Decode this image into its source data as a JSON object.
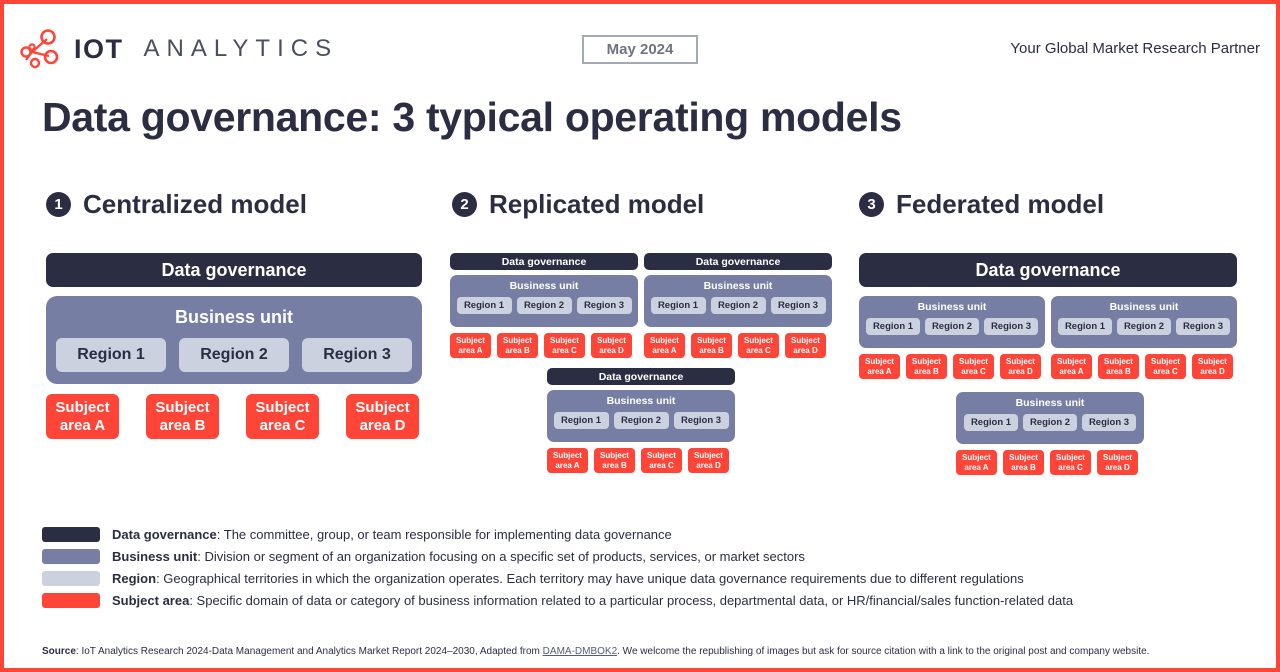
{
  "header": {
    "logo_text_primary": "IOT",
    "logo_text_secondary": "ANALYTICS",
    "logo_icon": "network-nodes-icon",
    "date_badge": "May 2024",
    "tagline": "Your Global Market Research Partner"
  },
  "title": "Data governance: 3 typical operating models",
  "labels": {
    "governance": "Data governance",
    "business_unit": "Business unit",
    "regions": [
      "Region 1",
      "Region 2",
      "Region 3"
    ],
    "subjects": [
      {
        "line1": "Subject",
        "line2": "area A"
      },
      {
        "line1": "Subject",
        "line2": "area B"
      },
      {
        "line1": "Subject",
        "line2": "area C"
      },
      {
        "line1": "Subject",
        "line2": "area D"
      }
    ]
  },
  "models": [
    {
      "number": "❶",
      "title": "Centralized model"
    },
    {
      "number": "❷",
      "title": "Replicated model"
    },
    {
      "number": "❸",
      "title": "Federated model"
    }
  ],
  "legend": [
    {
      "color": "#2b2d42",
      "term": "Data governance",
      "desc": ": The committee, group, or team responsible for implementing data governance"
    },
    {
      "color": "#767ea3",
      "term": "Business unit",
      "desc": ": Division or segment of an organization focusing on a specific set of products, services, or market sectors"
    },
    {
      "color": "#ccd1e0",
      "term": "Region",
      "desc": ": Geographical territories in which the organization operates. Each territory may have unique data governance requirements due to different regulations"
    },
    {
      "color": "#ff4438",
      "term": "Subject area",
      "desc": ": Specific domain of data or category of business information related to a particular process, departmental data, or HR/financial/sales function-related data"
    }
  ],
  "footer": {
    "label": "Source",
    "text_before": ": IoT Analytics Research 2024-Data Management and Analytics Market Report 2024–2030, Adapted from ",
    "link": "DAMA-DMBOK2",
    "text_after": ". We welcome the republishing of images but ask for source citation with a link to the original post and company website."
  },
  "colors": {
    "frame": "#ff4438",
    "governance": "#2b2d42",
    "business_unit": "#767ea3",
    "region": "#ccd1e0",
    "subject": "#ff4438",
    "text_dark": "#2b2d42"
  }
}
